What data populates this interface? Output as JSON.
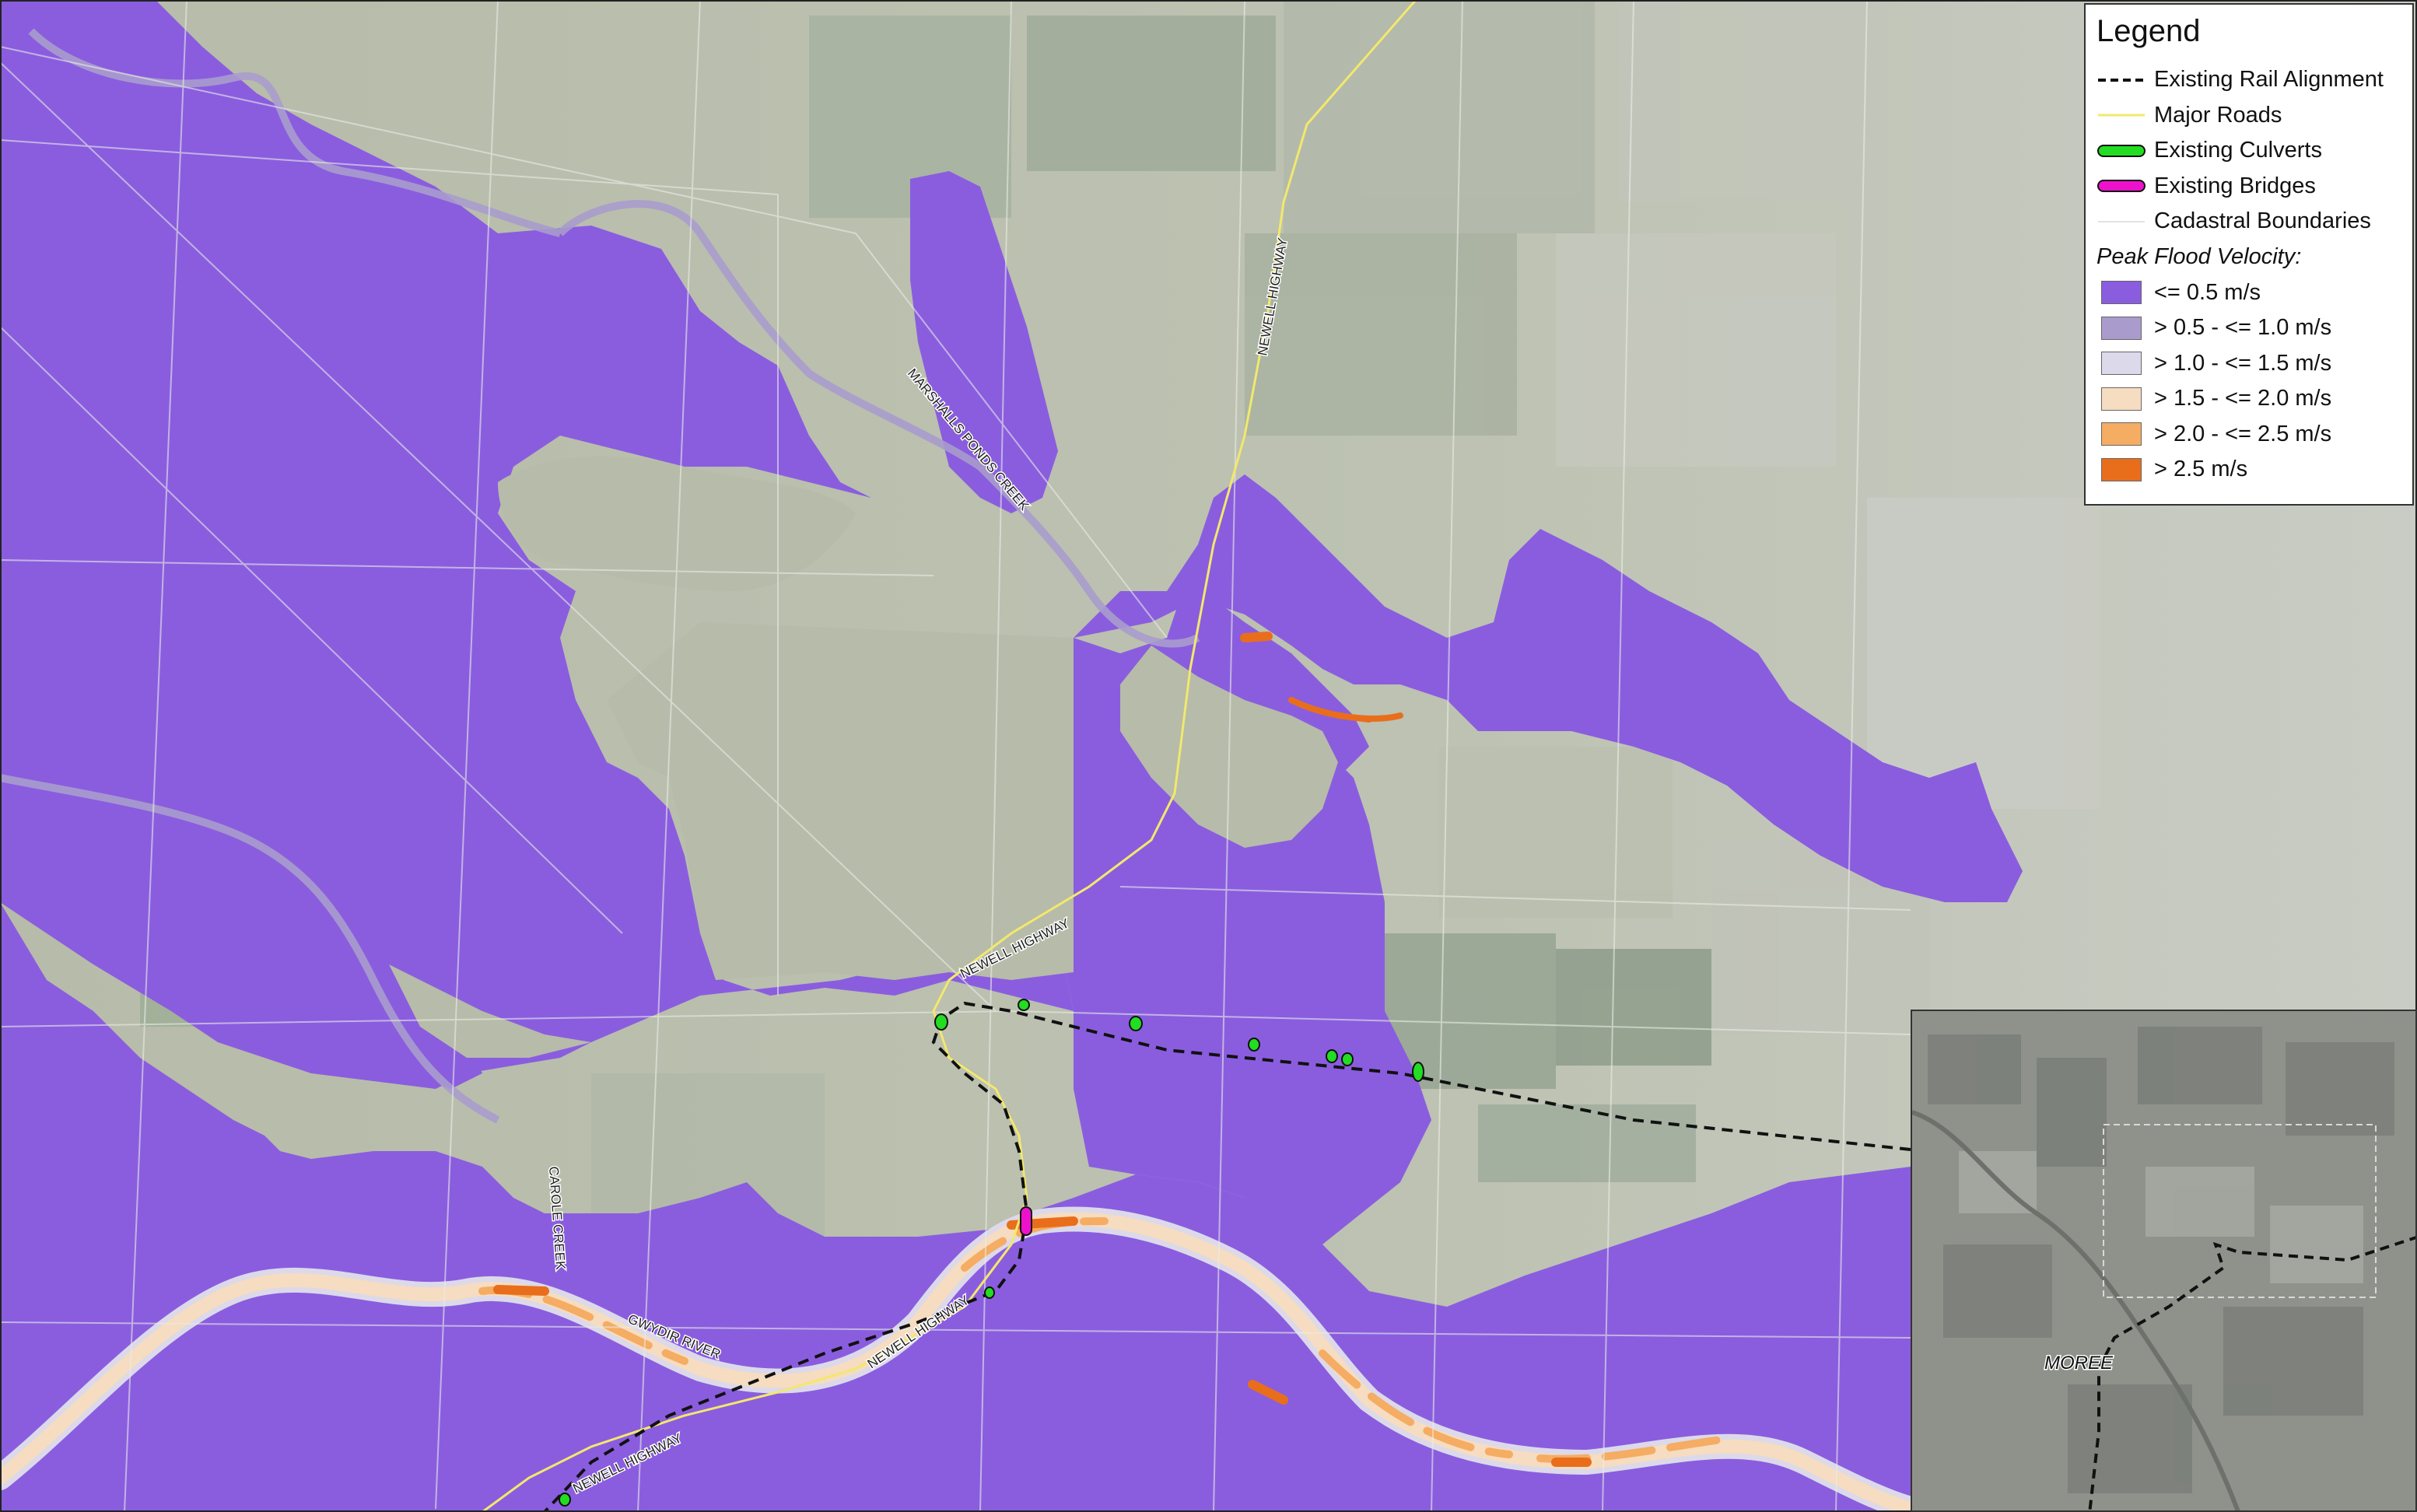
{
  "legend": {
    "title": "Legend",
    "items": [
      {
        "label": "Existing Rail Alignment",
        "icon": "dashed-line-icon"
      },
      {
        "label": "Major Roads",
        "icon": "yellow-line-icon"
      },
      {
        "label": "Existing Culverts",
        "icon": "green-pill-icon",
        "color": "#22dd22"
      },
      {
        "label": "Existing Bridges",
        "icon": "magenta-pill-icon",
        "color": "#ee11cc"
      },
      {
        "label": "Cadastral Boundaries",
        "icon": "thin-line-icon"
      }
    ],
    "velocity_heading": "Peak Flood Velocity:",
    "velocity_classes": [
      {
        "label": "<= 0.5 m/s",
        "color": "#8a5ddf"
      },
      {
        "label": "> 0.5 - <= 1.0 m/s",
        "color": "#a99ccd"
      },
      {
        "label": "> 1.0 - <= 1.5 m/s",
        "color": "#dcd9ea"
      },
      {
        "label": "> 1.5 - <= 2.0 m/s",
        "color": "#f6dcc0"
      },
      {
        "label": "> 2.0 - <= 2.5 m/s",
        "color": "#f5ac63"
      },
      {
        "label": "> 2.5 m/s",
        "color": "#e86e1c"
      }
    ]
  },
  "map_labels": {
    "newell_highway_north": "NEWELL HIGHWAY",
    "marshalls_ponds_creek": "MARSHALLS PONDS CREEK",
    "newell_highway_mid": "NEWELL HIGHWAY",
    "carole_creek": "CAROLE CREEK",
    "gwydir_river": "GWYDIR RIVER",
    "newell_highway_south": "NEWELL HIGHWAY",
    "newell_highway_sw": "NEWELL HIGHWAY"
  },
  "inset": {
    "town_label": "MOREE"
  }
}
